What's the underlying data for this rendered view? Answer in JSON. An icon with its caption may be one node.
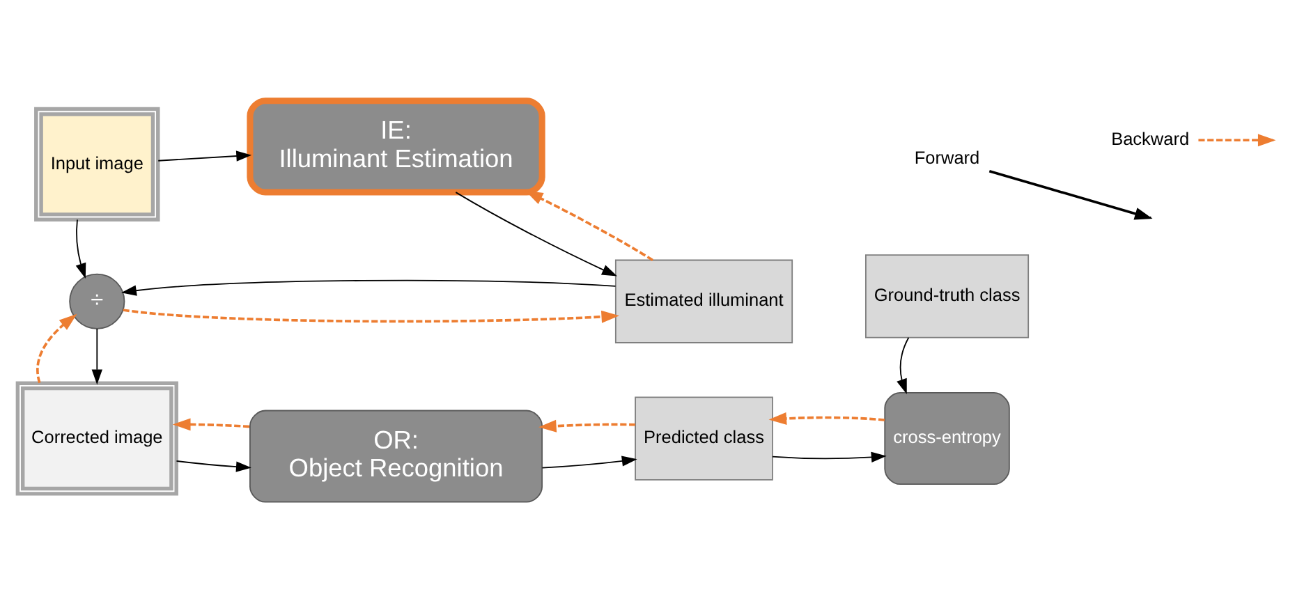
{
  "diagram": {
    "nodes": [
      {
        "text": [
          "Input image"
        ]
      },
      {
        "text": [
          "IE:",
          "Illuminant Estimation"
        ]
      },
      {
        "text": [
          "Estimated illuminant"
        ]
      },
      {
        "text": [
          "÷"
        ]
      },
      {
        "text": [
          "Corrected image"
        ]
      },
      {
        "text": [
          "OR:",
          "Object Recognition"
        ]
      },
      {
        "text": [
          "Predicted class"
        ]
      },
      {
        "text": [
          "Ground-truth class"
        ]
      },
      {
        "text": [
          "cross-entropy"
        ]
      }
    ],
    "edges": [
      {
        "from": 0,
        "to": 1,
        "arrow": "to"
      },
      {
        "from": 1,
        "to": 2,
        "arrow": "to"
      },
      {
        "from": 2,
        "to": 1,
        "arrow": "to",
        "style": "dashed",
        "color": "#ed7d31"
      },
      {
        "from": 0,
        "to": 3,
        "arrow": "to"
      },
      {
        "from": 3,
        "to": 2,
        "arrow": "to",
        "style": "dashed",
        "color": "#ed7d31"
      },
      {
        "from": 2,
        "to": 3,
        "arrow": "to"
      },
      {
        "from": 3,
        "to": 4,
        "arrow": "to"
      },
      {
        "from": 4,
        "to": 3,
        "arrow": "to",
        "style": "dashed",
        "color": "#ed7d31"
      },
      {
        "from": 5,
        "to": 4,
        "arrow": "to",
        "style": "dashed",
        "color": "#ed7d31"
      },
      {
        "from": 4,
        "to": 5,
        "arrow": "to"
      },
      {
        "from": 5,
        "to": 6,
        "arrow": "to"
      },
      {
        "from": 6,
        "to": 5,
        "arrow": "to",
        "style": "dashed",
        "color": "#ed7d31"
      },
      {
        "from": 6,
        "to": 8,
        "arrow": "to"
      },
      {
        "from": 8,
        "to": 6,
        "arrow": "to",
        "style": "dashed",
        "color": "#ed7d31"
      },
      {
        "from": 7,
        "to": 8,
        "arrow": "to"
      }
    ],
    "legend": [
      {
        "text": "Forward"
      },
      {
        "text": "Backward"
      }
    ]
  }
}
